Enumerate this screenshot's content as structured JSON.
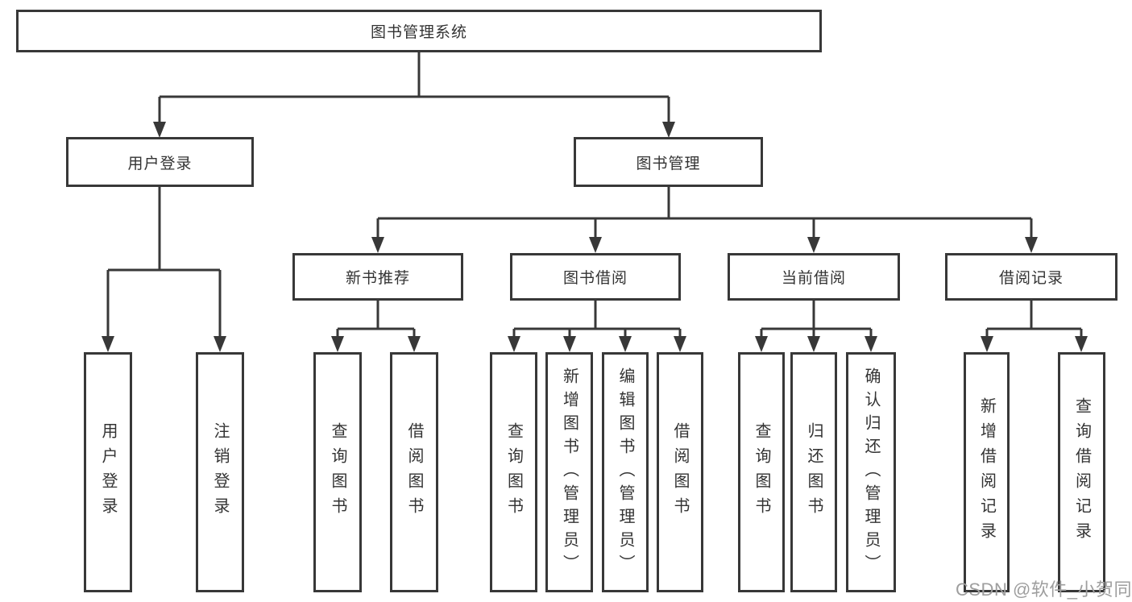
{
  "diagram_title": "图书管理系统",
  "colors": {
    "line": "#383838",
    "text": "#333333",
    "watermark": "#9e9e9e",
    "background": "#ffffff"
  },
  "nodes": {
    "root": {
      "label": "图书管理系统"
    },
    "user_login_branch": {
      "label": "用户登录"
    },
    "book_management": {
      "label": "图书管理"
    },
    "new_book_recommend": {
      "label": "新书推荐"
    },
    "book_borrowing": {
      "label": "图书借阅"
    },
    "current_borrowing": {
      "label": "当前借阅"
    },
    "borrowing_records": {
      "label": "借阅记录"
    },
    "user_login": {
      "label": "用户登录"
    },
    "logout": {
      "label": "注销登录"
    },
    "query_book_1": {
      "label": "查询图书"
    },
    "borrow_book_1": {
      "label": "借阅图书"
    },
    "query_book_2": {
      "label": "查询图书"
    },
    "add_book_admin": {
      "label": "新增图书（管理员）"
    },
    "edit_book_admin": {
      "label": "编辑图书（管理员）"
    },
    "borrow_book_2": {
      "label": "借阅图书"
    },
    "query_book_3": {
      "label": "查询图书"
    },
    "return_book": {
      "label": "归还图书"
    },
    "confirm_return_admin": {
      "label": "确认归还（管理员）"
    },
    "add_borrow_record": {
      "label": "新增借阅记录"
    },
    "query_borrow_record": {
      "label": "查询借阅记录"
    }
  },
  "hierarchy": [
    {
      "parent": "图书管理系统",
      "children": [
        "用户登录",
        "图书管理"
      ]
    },
    {
      "parent": "用户登录",
      "children": [
        "用户登录",
        "注销登录"
      ]
    },
    {
      "parent": "图书管理",
      "children": [
        "新书推荐",
        "图书借阅",
        "当前借阅",
        "借阅记录"
      ]
    },
    {
      "parent": "新书推荐",
      "children": [
        "查询图书",
        "借阅图书"
      ]
    },
    {
      "parent": "图书借阅",
      "children": [
        "查询图书",
        "新增图书（管理员）",
        "编辑图书（管理员）",
        "借阅图书"
      ]
    },
    {
      "parent": "当前借阅",
      "children": [
        "查询图书",
        "归还图书",
        "确认归还（管理员）"
      ]
    },
    {
      "parent": "借阅记录",
      "children": [
        "新增借阅记录",
        "查询借阅记录"
      ]
    }
  ],
  "watermark": {
    "text": "CSDN @软件_小贺同学"
  }
}
